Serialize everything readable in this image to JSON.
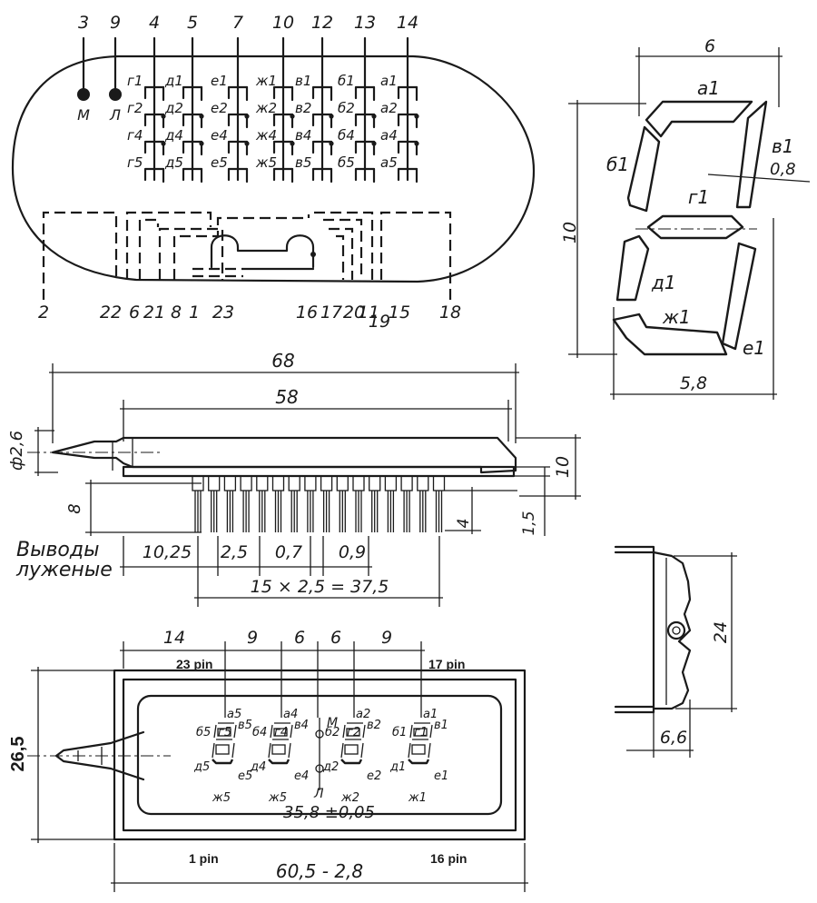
{
  "schematic": {
    "top_pins": [
      "3",
      "9",
      "4",
      "5",
      "7",
      "10",
      "12",
      "13",
      "14"
    ],
    "bottom_pins": [
      "2",
      "22",
      "6",
      "21",
      "8",
      "1",
      "23",
      "16",
      "17",
      "20",
      "11",
      "19",
      "15",
      "18"
    ],
    "grid_labels": {
      "M": "М",
      "L": "Л"
    },
    "column_labels": [
      [
        "г1",
        "г2",
        "г4",
        "г5"
      ],
      [
        "д1",
        "д2",
        "д4",
        "д5"
      ],
      [
        "е1",
        "е2",
        "е4",
        "е5"
      ],
      [
        "ж1",
        "ж2",
        "ж4",
        "ж5"
      ],
      [
        "в1",
        "в2",
        "в4",
        "в5"
      ],
      [
        "б1",
        "б2",
        "б4",
        "б5"
      ],
      [
        "а1",
        "а2",
        "а4",
        "а5"
      ]
    ]
  },
  "digit_detail": {
    "segments": [
      "а1",
      "б1",
      "в1",
      "г1",
      "д1",
      "ж1",
      "е1"
    ],
    "dim_width": "6",
    "dim_height": "10",
    "dim_segment": "0,8",
    "dim_bottom": "5,8"
  },
  "side_view": {
    "dim_total": "68",
    "dim_body": "58",
    "dim_dia": "ф2,6",
    "dim_height": "10",
    "dim_lead": "8",
    "dim_4": "4",
    "dim_15": "1,5",
    "leads_label_1": "Выводы",
    "leads_label_2": "луженые",
    "dim_1025": "10,25",
    "dim_25": "2,5",
    "dim_07": "0,7",
    "dim_09": "0,9",
    "dim_pitch": "15 × 2,5 = 37,5"
  },
  "top_view": {
    "dims_top": [
      "14",
      "9",
      "6",
      "6",
      "9"
    ],
    "pin_23": "23 pin",
    "pin_17": "17 pin",
    "pin_1": "1 pin",
    "pin_16": "16 pin",
    "dim_height": "26,5",
    "dim_width": "60,5 - 2,8",
    "dim_digit_span": "35,8 ±0,05",
    "grid_M": "М",
    "grid_L": "Л",
    "digit_labels": [
      {
        "a": "а5",
        "b": "б5",
        "v": "в5",
        "g": "г5",
        "d": "д5",
        "e": "е5",
        "zh": "ж5"
      },
      {
        "a": "а4",
        "b": "б4",
        "v": "в4",
        "g": "г4",
        "d": "д4",
        "e": "е4",
        "zh": "ж5"
      },
      {
        "a": "а2",
        "b": "б2",
        "v": "в2",
        "g": "г2",
        "d": "д2",
        "e": "е2",
        "zh": "ж2"
      },
      {
        "a": "а1",
        "b": "б1",
        "v": "в1",
        "g": "г1",
        "d": "д1",
        "e": "е1",
        "zh": "ж1"
      }
    ]
  },
  "end_view": {
    "dim_height": "24",
    "dim_width": "6,6"
  }
}
